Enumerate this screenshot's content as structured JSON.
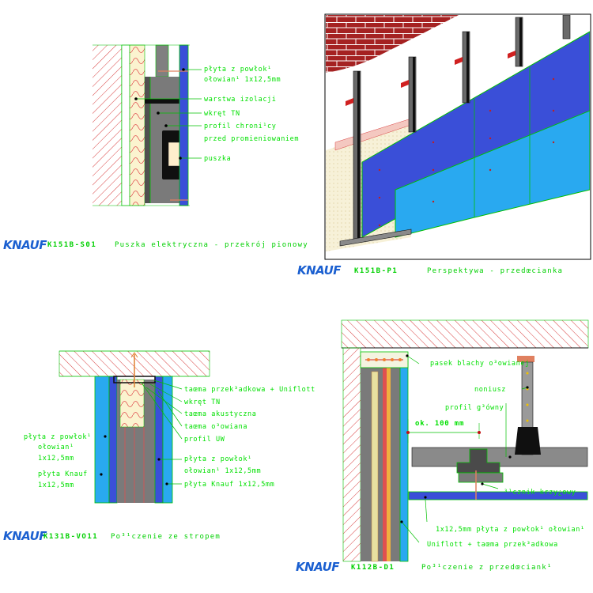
{
  "brand": "KNAUF",
  "colors": {
    "hatch": "#d84040",
    "board_blue": "#3a4fd8",
    "board_cyan": "#29a9f0",
    "insulation": "#fbf3cf",
    "profile_grey": "#808080",
    "label_green": "#00e000",
    "brick": "#a02020"
  },
  "panels": {
    "top_left": {
      "code": "K151B-S01",
      "caption": "Puszka elektryczna - przekrój pionowy",
      "labels": [
        "płyta z powłok¹",
        "ołowian¹ 1x12,5mm",
        "warstwa izolacji",
        "wkręt TN",
        "profil chroni¹cy",
        "przed promieniowaniem",
        "puszka"
      ]
    },
    "top_right": {
      "code": "K151B-P1",
      "caption": "Perspektywa - przedœcianka"
    },
    "bottom_left": {
      "code": "K131B-VO11",
      "caption": "Po³¹czenie ze stropem",
      "labels_right": [
        "taœma przek³adkowa + Uniflott",
        "wkręt TN",
        "taœma akustyczna",
        "taœma o³owiana",
        "profil UW",
        "płyta z powłok¹",
        "ołowian¹ 1x12,5mm",
        "płyta Knauf 1x12,5mm"
      ],
      "labels_left": [
        "płyta z powłok¹",
        "ołowian¹",
        "1x12,5mm",
        "płyta Knauf",
        "1x12,5mm"
      ]
    },
    "bottom_right": {
      "code": "K112B-D1",
      "caption": "Po³¹czenie z przedœciank¹",
      "dimension": "ok. 100 mm",
      "labels": [
        "pasek blachy o³owianej",
        "noniusz",
        "profil g³ówny",
        "³¹cznik krzy¿owy",
        "1x12,5mm płyta z powłok¹ ołowian¹",
        "Uniflott + taœma przek³adkowa"
      ]
    }
  }
}
